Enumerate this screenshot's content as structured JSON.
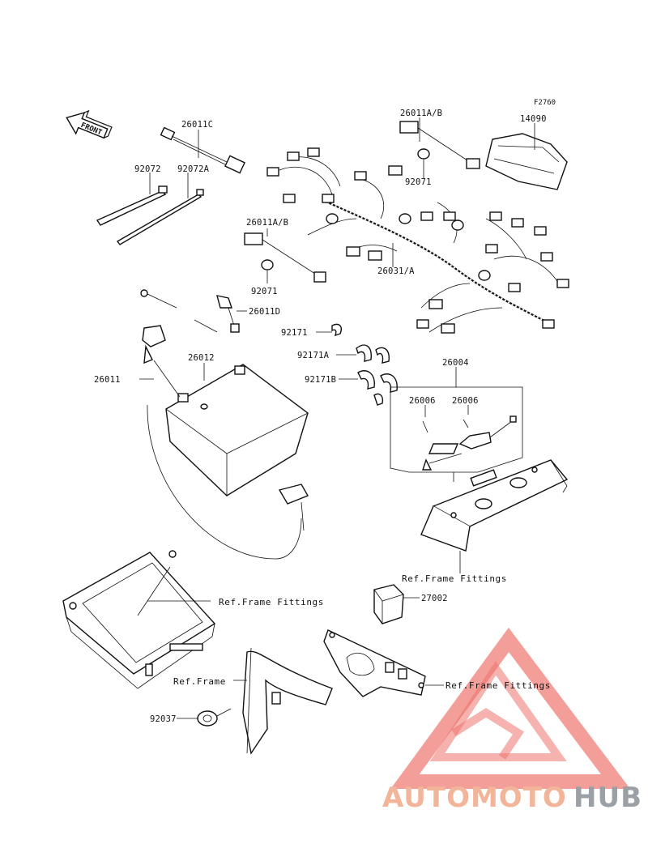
{
  "diagram": {
    "figure_code": "F2760",
    "front_label": "FRONT",
    "parts": [
      {
        "id": "26011C"
      },
      {
        "id": "92072"
      },
      {
        "id": "92072A"
      },
      {
        "id": "26011A/B"
      },
      {
        "id": "92071"
      },
      {
        "id": "14090"
      },
      {
        "id": "26031/A"
      },
      {
        "id": "26011D"
      },
      {
        "id": "92171"
      },
      {
        "id": "92171A"
      },
      {
        "id": "92171B"
      },
      {
        "id": "26012"
      },
      {
        "id": "26011"
      },
      {
        "id": "26004"
      },
      {
        "id": "26006"
      },
      {
        "id": "27002"
      },
      {
        "id": "92037"
      }
    ],
    "labels": {
      "l_26011C": "26011C",
      "l_92072": "92072",
      "l_92072A": "92072A",
      "l_26011AB_top": "26011A/B",
      "l_92071_top": "92071",
      "l_14090": "14090",
      "l_26011AB_mid": "26011A/B",
      "l_26031A": "26031/A",
      "l_92071_mid": "92071",
      "l_26011D": "26011D",
      "l_92171": "92171",
      "l_92171A": "92171A",
      "l_92171B": "92171B",
      "l_26012": "26012",
      "l_26011": "26011",
      "l_26004": "26004",
      "l_26006_a": "26006",
      "l_26006_b": "26006",
      "l_27002": "27002",
      "l_92037": "92037"
    },
    "references": {
      "ref_frame_fittings_1": "Ref.Frame Fittings",
      "ref_frame_fittings_2": "Ref.Frame Fittings",
      "ref_frame_fittings_3": "Ref.Frame Fittings",
      "ref_frame": "Ref.Frame"
    }
  },
  "watermark": {
    "part1": "AUTOMOTO",
    "part2": "HUB",
    "colors": {
      "triangle": "#e8463c",
      "text_light": "#f2b59a",
      "text_gray": "#9aa0a6"
    }
  }
}
